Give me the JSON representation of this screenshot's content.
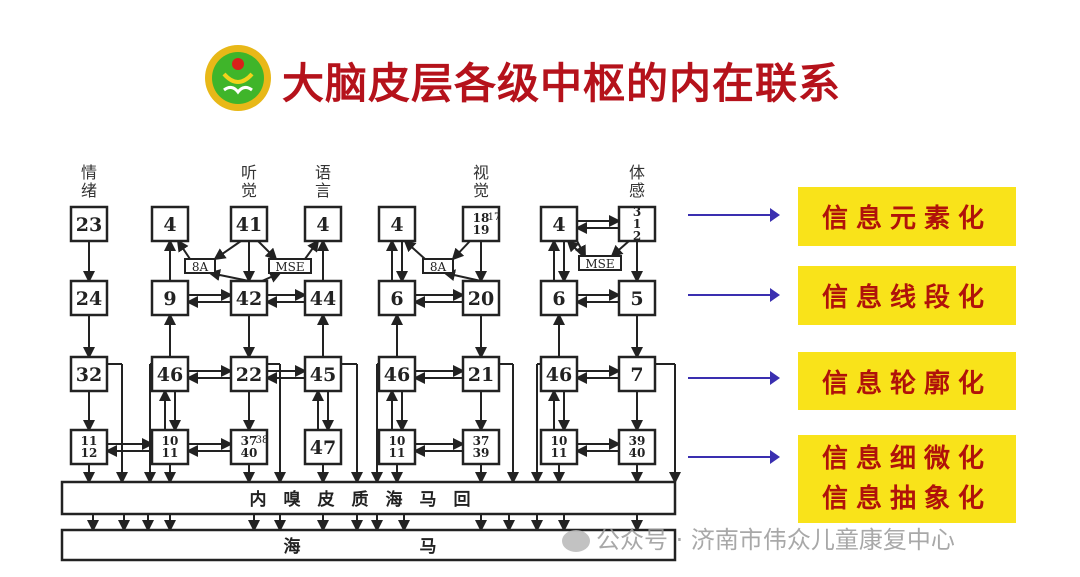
{
  "title": "大脑皮层各级中枢的内在联系",
  "colors": {
    "title": "#b5121b",
    "tag_bg": "#f9e31a",
    "tag_text": "#b0120a",
    "arrow": "#3a2fb0"
  },
  "diagram": {
    "column_labels": {
      "emotion": "情绪",
      "hearing": "听觉",
      "language": "语言",
      "vision": "视觉",
      "somatic": "体感"
    },
    "boxes": {
      "b23": "23",
      "b24": "24",
      "b32": "32",
      "b1112": "11 12",
      "b4a": "4",
      "b9": "9",
      "b46a": "46",
      "b1011a": "10 11",
      "b41": "41",
      "b42": "42",
      "b22": "22",
      "b3740": "37 40",
      "b3740_sup": "38",
      "b4b": "4",
      "b44": "44",
      "b45": "45",
      "b47": "47",
      "b4c": "4",
      "b6a": "6",
      "b46b": "46",
      "b1011b": "10 11",
      "b1819": "18 19",
      "b1819_sup": "17",
      "b20": "20",
      "b21": "21",
      "b3739": "37 39",
      "b4d": "4",
      "b6b": "6",
      "b46c": "46",
      "b1011c": "10 11",
      "b312": "3 1 2",
      "b5": "5",
      "b7": "7",
      "b3940": "39 40",
      "n8a1": "8A",
      "mse1": "MSE",
      "n8a2": "8A",
      "mse2": "MSE"
    },
    "bar_entorhinal": "内　嗅　皮　质　海　马　回",
    "bar_hippocampus": "海　　　　　　　马"
  },
  "stages": [
    "信息元素化",
    "信息线段化",
    "信息轮廓化",
    "信息细微化",
    "信息抽象化"
  ],
  "watermark": "公众号 · 济南市伟众儿童康复中心"
}
